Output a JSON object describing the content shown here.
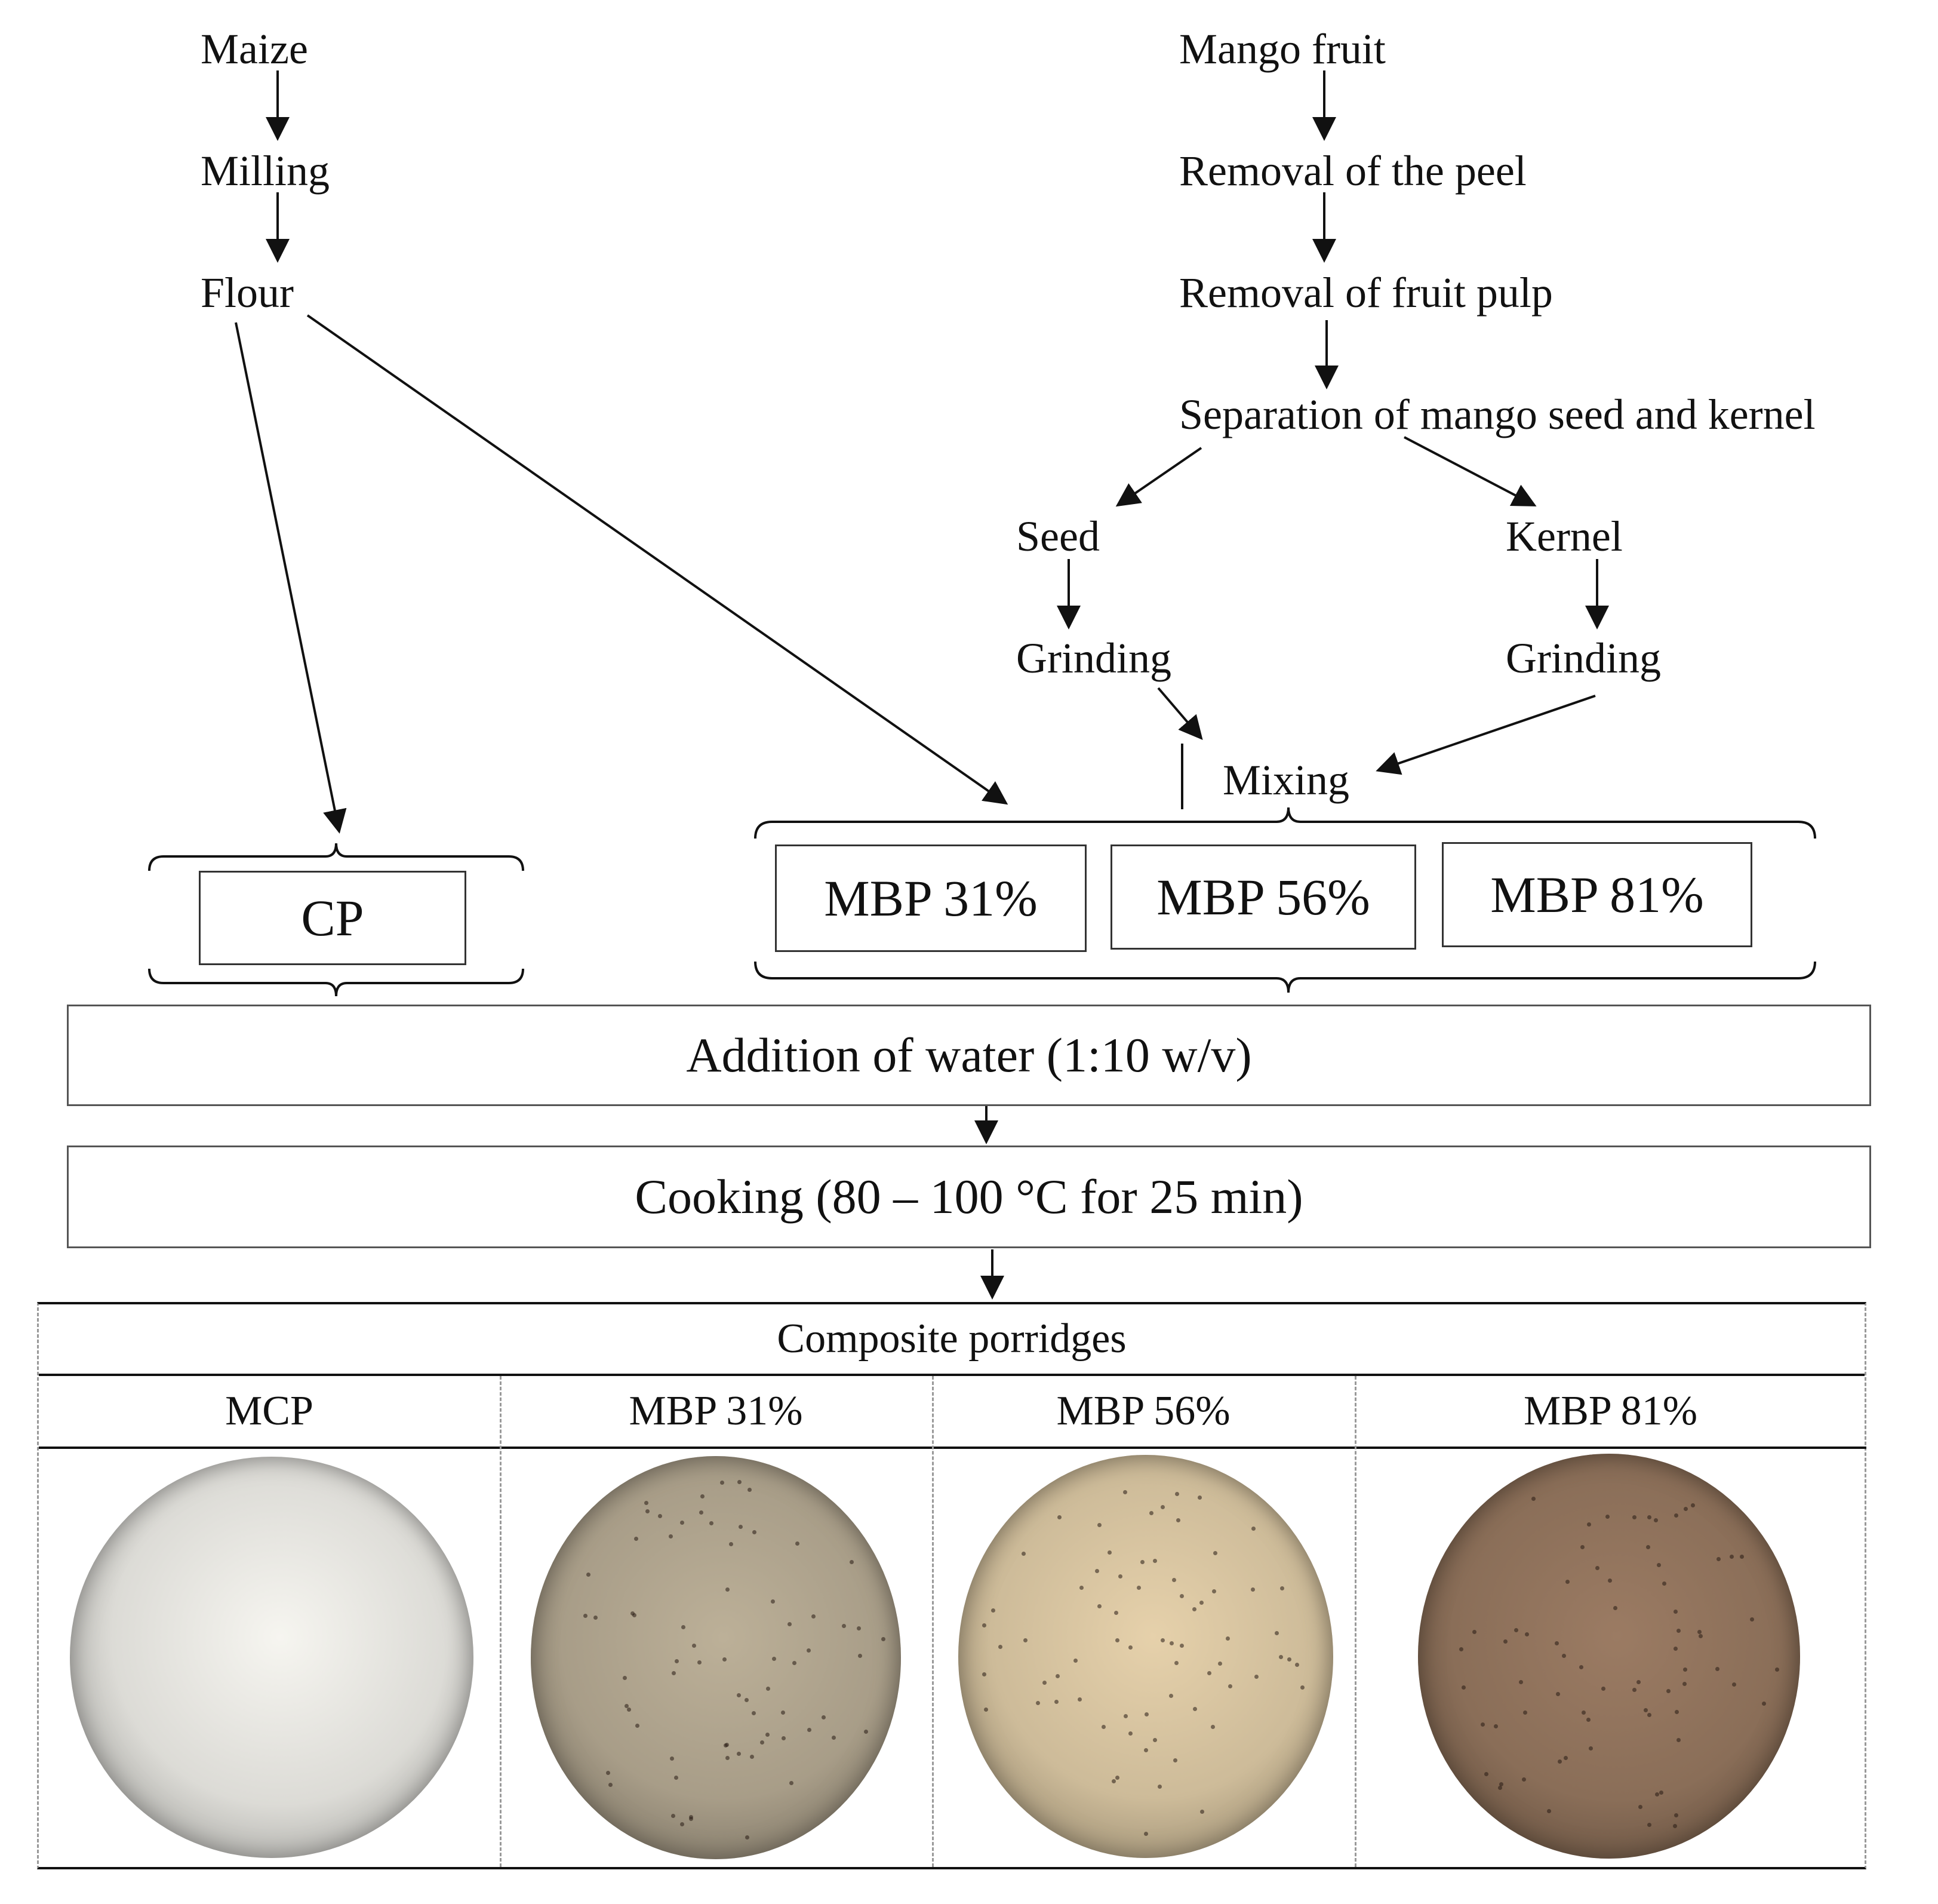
{
  "left_chain": {
    "maize": "Maize",
    "milling": "Milling",
    "flour": "Flour"
  },
  "right_chain": {
    "mango_fruit": "Mango fruit",
    "removal_peel": "Removal of the peel",
    "removal_pulp": "Removal of fruit pulp",
    "separation": "Separation of mango seed and kernel",
    "seed": "Seed",
    "kernel": "Kernel",
    "grinding_seed": "Grinding",
    "grinding_kernel": "Grinding",
    "mixing": "Mixing"
  },
  "formulations": {
    "cp": "CP",
    "mbp31": "MBP 31%",
    "mbp56": "MBP 56%",
    "mbp81": "MBP 81%"
  },
  "process": {
    "water": "Addition of water (1:10 w/v)",
    "cooking": "Cooking (80 – 100 °C for 25 min)"
  },
  "results_table": {
    "title": "Composite porridges",
    "columns": [
      "MCP",
      "MBP 31%",
      "MBP 56%",
      "MBP 81%"
    ],
    "porridge_colors": [
      "#dcdbd6",
      "#a89d88",
      "#cdbb99",
      "#8a6e58"
    ]
  }
}
